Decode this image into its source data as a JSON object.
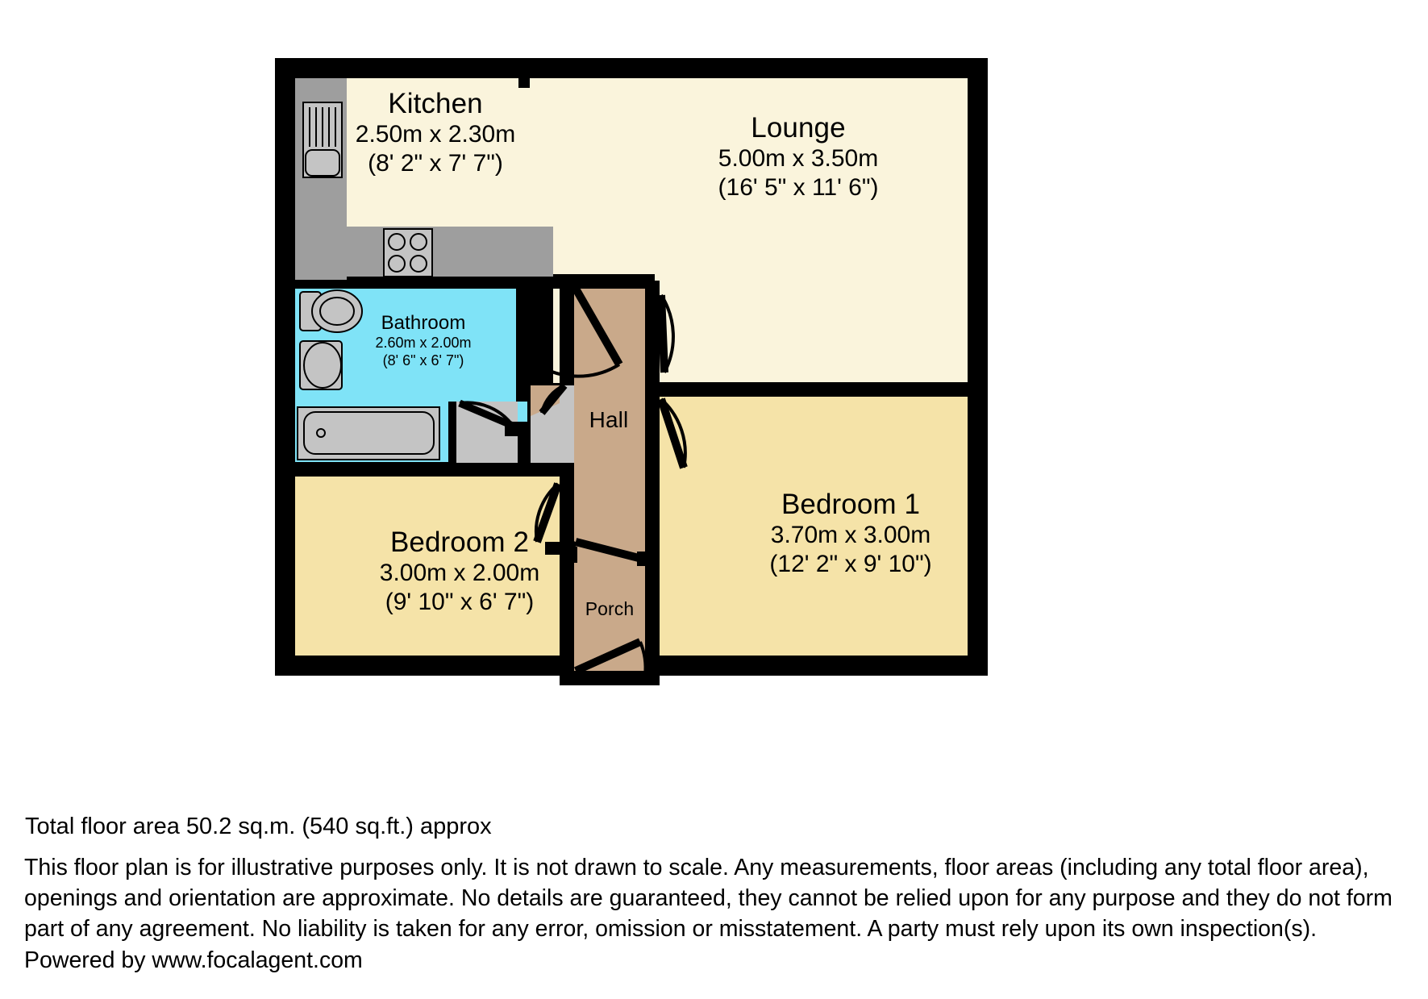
{
  "document": {
    "type": "floor-plan",
    "total_area_text": "Total floor area 50.2 sq.m. (540 sq.ft.) approx",
    "disclaimer": "This floor plan is for illustrative purposes only. It is not drawn to scale. Any measurements, floor areas (including any total floor area), openings and orientation are approximate. No details are guaranteed, they cannot be relied upon for any purpose and they do not form part of any agreement. No liability is taken for any error, omission or misstatement. A party must rely upon its own inspection(s). Powered by www.focalagent.com"
  },
  "rooms": {
    "kitchen": {
      "name": "Kitchen",
      "dim_metric": "2.50m x 2.30m",
      "dim_imperial": "(8' 2\" x 7' 7\")",
      "fill": "#faf4dc"
    },
    "lounge": {
      "name": "Lounge",
      "dim_metric": "5.00m x 3.50m",
      "dim_imperial": "(16' 5\" x 11' 6\")",
      "fill": "#faf4dc"
    },
    "bathroom": {
      "name": "Bathroom",
      "dim_metric": "2.60m x 2.00m",
      "dim_imperial": "(8' 6\" x 6' 7\")",
      "fill": "#7fe3f7"
    },
    "hall": {
      "name": "Hall",
      "fill": "#c9a98a"
    },
    "porch": {
      "name": "Porch",
      "fill": "#c9a98a"
    },
    "bedroom1": {
      "name": "Bedroom 1",
      "dim_metric": "3.70m x 3.00m",
      "dim_imperial": "(12' 2\" x 9' 10\")",
      "fill": "#f5e3a8"
    },
    "bedroom2": {
      "name": "Bedroom 2",
      "dim_metric": "3.00m x 2.00m",
      "dim_imperial": "(9' 10\" x 6' 7\")",
      "fill": "#f5e3a8"
    }
  },
  "colors": {
    "wall": "#000000",
    "fitting": "#9e9e9e",
    "fitting_light": "#c4c4c4",
    "cream": "#faf4dc",
    "yellow": "#f5e3a8",
    "cyan": "#7fe3f7",
    "tan": "#c9a98a",
    "background": "#ffffff"
  },
  "fixtures": {
    "sink": "kitchen-sink",
    "hob": "kitchen-hob",
    "toilet": "bathroom-toilet",
    "basin": "bathroom-basin",
    "bath": "bathroom-bath",
    "worktop": "kitchen-worktop",
    "cupboard": "hall-cupboard"
  }
}
